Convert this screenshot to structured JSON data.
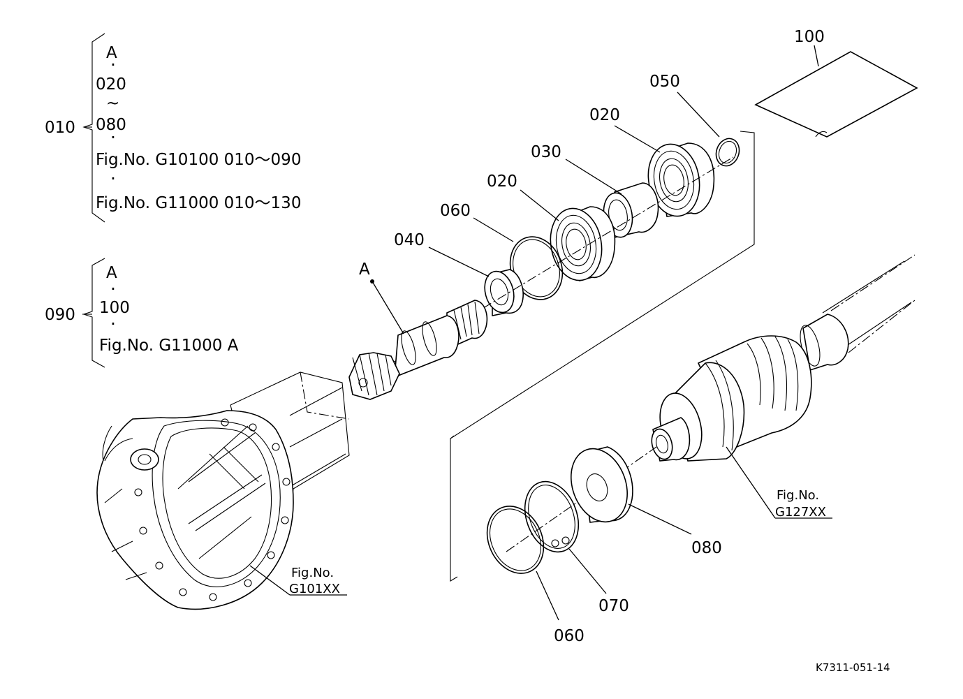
{
  "legend": {
    "group_010": {
      "ref": "010",
      "lines": [
        "A",
        "020",
        "~",
        "080",
        "Fig.No.  G10100  010～090",
        "Fig.No.  G11000  010～130"
      ]
    },
    "group_090": {
      "ref": "090",
      "lines": [
        "A",
        "100",
        "Fig.No.  G11000  A"
      ]
    }
  },
  "callouts": {
    "c100": "100",
    "c050": "050",
    "c020_top": "020",
    "c030": "030",
    "c020_mid": "020",
    "c060_top": "060",
    "c040": "040",
    "cA": "A",
    "c080": "080",
    "c070": "070",
    "c060_bottom": "060"
  },
  "fig_refs": {
    "housing": {
      "line1": "Fig.No.",
      "line2": "G101XX"
    },
    "shaft": {
      "line1": "Fig.No.",
      "line2": "G127XX"
    }
  },
  "drawing_code": "K7311-051-14"
}
